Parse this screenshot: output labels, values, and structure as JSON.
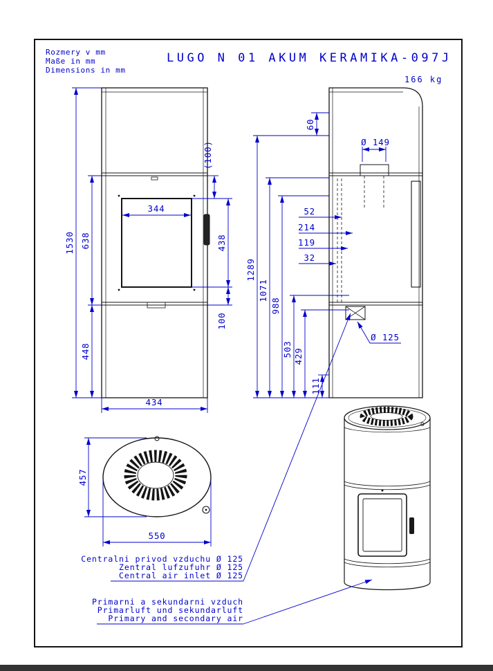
{
  "page": {
    "title": "LUGO N 01 AKUM KERAMIKA-097J",
    "units": [
      "Rozmery v mm",
      "Maße in mm",
      "Dimensions in mm"
    ],
    "weight": "166 kg"
  },
  "front": {
    "h_total": "1530",
    "h_mid": "638",
    "h_bot": "448",
    "door_w": "344",
    "door_h": "438",
    "top_off": "(100)",
    "bot_off": "100",
    "width": "434"
  },
  "side": {
    "off60": "60",
    "flue_dia": "Ø 149",
    "o52": "52",
    "o214": "214",
    "o119": "119",
    "o32": "32",
    "h1289": "1289",
    "h1071": "1071",
    "h988": "988",
    "h503": "503",
    "h429": "429",
    "h111": "111",
    "air_dia": "Ø 125"
  },
  "top": {
    "depth": "457",
    "width": "550"
  },
  "notes": {
    "central": [
      "Centralni privod vzduchu Ø 125",
      "Zentral lufzufuhr Ø 125",
      "Central air inlet Ø 125"
    ],
    "primary": [
      "Primarni a sekundarni vzduch",
      "Primarluft und sekundarluft",
      "Primary and secondary air"
    ]
  },
  "colors": {
    "dimension_blue": "#0000cc",
    "line_black": "#141414"
  }
}
